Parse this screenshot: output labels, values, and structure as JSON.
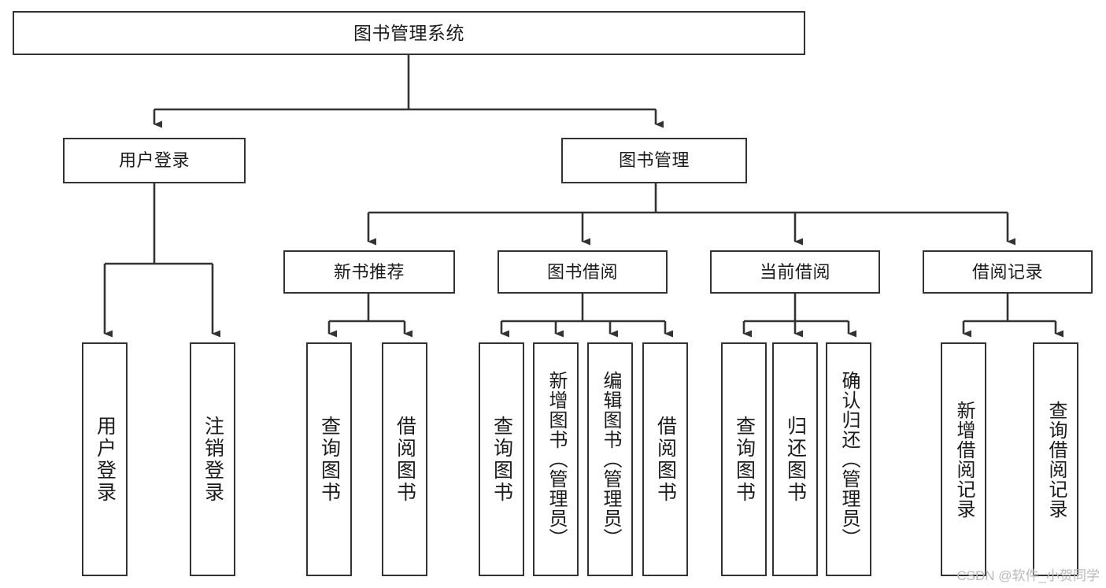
{
  "diagram": {
    "type": "tree",
    "title": "图书管理系统",
    "orientation": "top-down",
    "colors": {
      "stroke": "#333333",
      "fill": "#ffffff",
      "text": "#1b1b1b",
      "watermark": "#b9b9b9"
    },
    "levels": {
      "root": [
        "图书管理系统"
      ],
      "level2": [
        "用户登录",
        "图书管理"
      ],
      "level3": [
        "新书推荐",
        "图书借阅",
        "当前借阅",
        "借阅记录"
      ],
      "level4": [
        "用户登录",
        "注销登录",
        "查询图书",
        "借阅图书",
        "查询图书",
        "新增图书（管理员）",
        "编辑图书（管理员）",
        "借阅图书",
        "查询图书",
        "归还图书",
        "确认归还（管理员）",
        "新增借阅记录",
        "查询借阅记录"
      ]
    },
    "nodes": {
      "root": {
        "label": "图书管理系统"
      },
      "user_login": {
        "label": "用户登录"
      },
      "book_manage": {
        "label": "图书管理"
      },
      "new_book_rec": {
        "label": "新书推荐"
      },
      "book_borrow": {
        "label": "图书借阅"
      },
      "current_borrow": {
        "label": "当前借阅"
      },
      "borrow_record": {
        "label": "借阅记录"
      },
      "leaf_user_login": {
        "label": "用户登录"
      },
      "leaf_user_logout": {
        "label": "注销登录"
      },
      "leaf_rec_query": {
        "label": "查询图书"
      },
      "leaf_rec_borrow": {
        "label": "借阅图书"
      },
      "leaf_borrow_query": {
        "label": "查询图书"
      },
      "leaf_borrow_add": {
        "label": "新增图书（管理员）"
      },
      "leaf_borrow_edit": {
        "label": "编辑图书（管理员）"
      },
      "leaf_borrow_take": {
        "label": "借阅图书"
      },
      "leaf_cur_query": {
        "label": "查询图书"
      },
      "leaf_cur_return": {
        "label": "归还图书"
      },
      "leaf_cur_confirm": {
        "label": "确认归还（管理员）"
      },
      "leaf_rec_add": {
        "label": "新增借阅记录"
      },
      "leaf_rec_search": {
        "label": "查询借阅记录"
      }
    },
    "edges": [
      {
        "from": "root",
        "to": "user_login"
      },
      {
        "from": "root",
        "to": "book_manage"
      },
      {
        "from": "book_manage",
        "to": "new_book_rec"
      },
      {
        "from": "book_manage",
        "to": "book_borrow"
      },
      {
        "from": "book_manage",
        "to": "current_borrow"
      },
      {
        "from": "book_manage",
        "to": "borrow_record"
      },
      {
        "from": "user_login",
        "to": "leaf_user_login"
      },
      {
        "from": "user_login",
        "to": "leaf_user_logout"
      },
      {
        "from": "new_book_rec",
        "to": "leaf_rec_query"
      },
      {
        "from": "new_book_rec",
        "to": "leaf_rec_borrow"
      },
      {
        "from": "book_borrow",
        "to": "leaf_borrow_query"
      },
      {
        "from": "book_borrow",
        "to": "leaf_borrow_add"
      },
      {
        "from": "book_borrow",
        "to": "leaf_borrow_edit"
      },
      {
        "from": "book_borrow",
        "to": "leaf_borrow_take"
      },
      {
        "from": "current_borrow",
        "to": "leaf_cur_query"
      },
      {
        "from": "current_borrow",
        "to": "leaf_cur_return"
      },
      {
        "from": "current_borrow",
        "to": "leaf_cur_confirm"
      },
      {
        "from": "borrow_record",
        "to": "leaf_rec_add"
      },
      {
        "from": "borrow_record",
        "to": "leaf_rec_search"
      }
    ]
  },
  "watermark": {
    "text": "CSDN @软件_小贺同学"
  }
}
